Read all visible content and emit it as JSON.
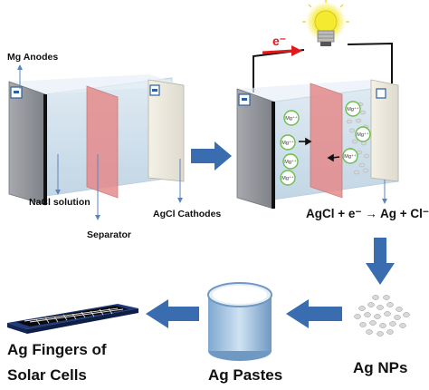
{
  "labels": {
    "mg_anodes": "Mg Anodes",
    "nacl_solution": "NaCl solution",
    "separator": "Separator",
    "agcl_cathodes": "AgCl Cathodes",
    "electron": "e⁻",
    "reaction": "AgCl + e⁻ → Ag + Cl⁻",
    "ag_nps": "Ag NPs",
    "ag_pastes": "Ag Pastes",
    "ag_fingers_line1": "Ag Fingers of",
    "ag_fingers_line2": "Solar Cells",
    "mg_ion": "Mg⁺⁺"
  },
  "colors": {
    "arrow_blue": "#3a6cb0",
    "electron_red": "#e0191b",
    "separator_pink": "#e58b8b",
    "solution_blue": "#cfe0ec",
    "anode_gray": "#8e9096",
    "ion_green": "#6bbf4a",
    "bulb_yellow": "#f4ea30"
  }
}
